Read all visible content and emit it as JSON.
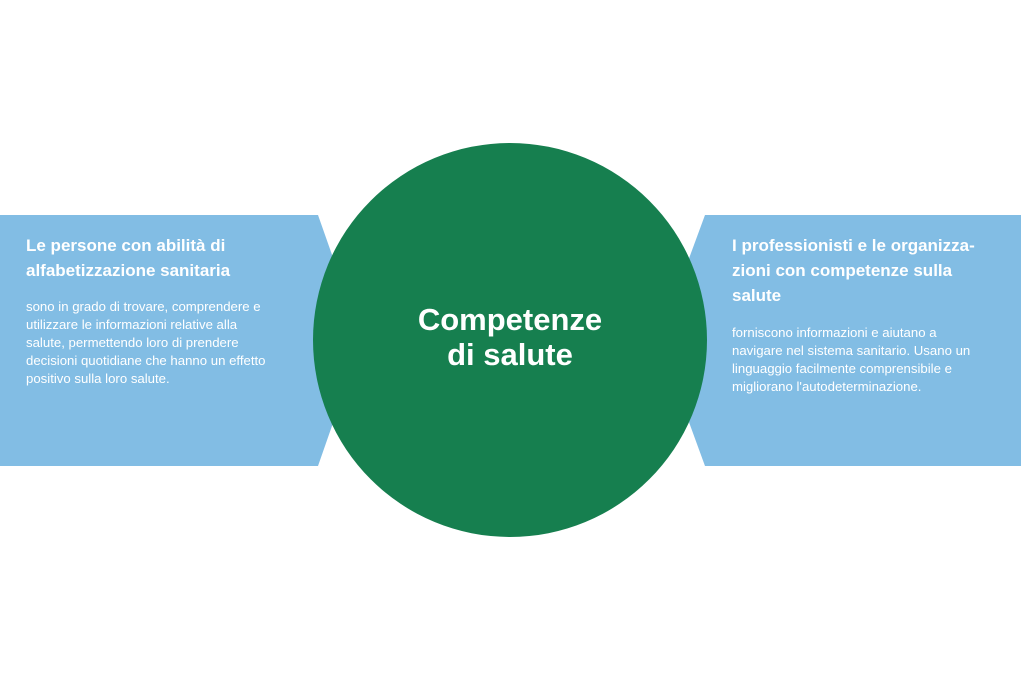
{
  "colors": {
    "panel": "#82bde4",
    "circle": "#167f4f",
    "text": "#ffffff"
  },
  "center": {
    "title_line1": "Competenze",
    "title_line2": "di salute"
  },
  "left_panel": {
    "heading_line1": "Le persone con abilità di",
    "heading_line2": "alfabetizzazione sanitaria",
    "body_line1": "sono in grado di trovare, comprendere e",
    "body_line2": "utilizzare le informazioni relative alla",
    "body_line3": "salute, permettendo loro di prendere",
    "body_line4": "decisioni quotidiane che hanno un effetto",
    "body_line5": "positivo sulla loro salute."
  },
  "right_panel": {
    "heading_line1": "I professionisti e le organizza-",
    "heading_line2": "zioni con competenze sulla",
    "heading_line3": "salute",
    "body_line1": "forniscono informazioni e aiutano a",
    "body_line2": "navigare nel sistema sanitario. Usano un",
    "body_line3": "linguaggio facilmente comprensibile e",
    "body_line4": "migliorano l'autodeterminazione."
  }
}
